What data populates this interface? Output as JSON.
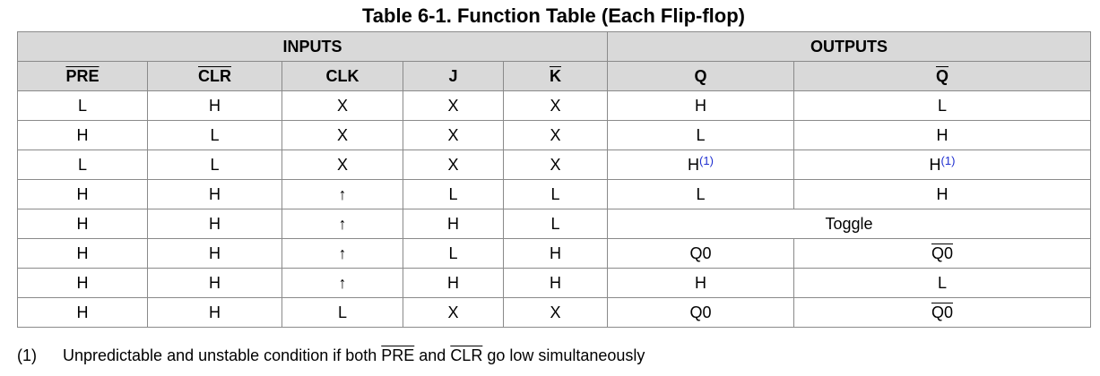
{
  "title": "Table 6-1. Function Table (Each Flip-flop)",
  "groups": {
    "inputs": "INPUTS",
    "outputs": "OUTPUTS"
  },
  "columns": [
    {
      "label": "PRE",
      "overline": true
    },
    {
      "label": "CLR",
      "overline": true
    },
    {
      "label": "CLK",
      "overline": false
    },
    {
      "label": "J",
      "overline": false
    },
    {
      "label": "K",
      "overline": true
    },
    {
      "label": "Q",
      "overline": false
    },
    {
      "label": "Q",
      "overline": true
    }
  ],
  "rows": [
    {
      "pre": "L",
      "clr": "H",
      "clk": "X",
      "j": "X",
      "k": "X",
      "q": "H",
      "qbar": "L"
    },
    {
      "pre": "H",
      "clr": "L",
      "clk": "X",
      "j": "X",
      "k": "X",
      "q": "L",
      "qbar": "H"
    },
    {
      "pre": "L",
      "clr": "L",
      "clk": "X",
      "j": "X",
      "k": "X",
      "q": "H",
      "q_note": "(1)",
      "qbar": "H",
      "qbar_note": "(1)"
    },
    {
      "pre": "H",
      "clr": "H",
      "clk": "↑",
      "j": "L",
      "k": "L",
      "q": "L",
      "qbar": "H"
    },
    {
      "pre": "H",
      "clr": "H",
      "clk": "↑",
      "j": "H",
      "k": "L",
      "output": "Toggle"
    },
    {
      "pre": "H",
      "clr": "H",
      "clk": "↑",
      "j": "L",
      "k": "H",
      "q": "Q0",
      "qbar": "Q0",
      "qbar_overline": true
    },
    {
      "pre": "H",
      "clr": "H",
      "clk": "↑",
      "j": "H",
      "k": "H",
      "q": "H",
      "qbar": "L"
    },
    {
      "pre": "H",
      "clr": "H",
      "clk": "L",
      "j": "X",
      "k": "X",
      "q": "Q0",
      "qbar": "Q0",
      "qbar_overline": true
    }
  ],
  "footnote": {
    "marker": "(1)",
    "text_before": "Unpredictable and unstable condition if both ",
    "term1": "PRE",
    "text_mid": " and ",
    "term2": "CLR",
    "text_after": " go low simultaneously"
  }
}
